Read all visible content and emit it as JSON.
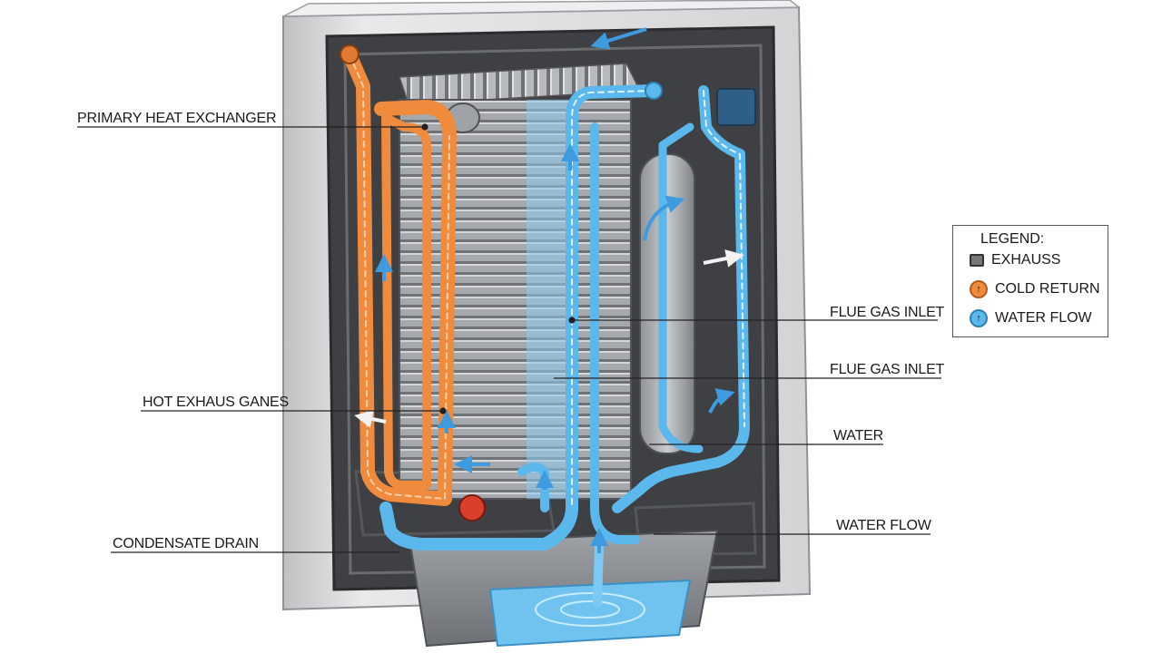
{
  "labels": {
    "primary_heat_exchanger": "PRIMARY HEAT EXCHANGER",
    "hot_exhaust_gases": "HOT EXHAUS GANES",
    "condensate_drain": "CONDENSATE DRAIN",
    "flue_gas_inlet_1": "FLUE GAS INLET",
    "flue_gas_inlet_2": "FLUE GAS INLET",
    "water": "WATER",
    "water_flow": "WATER FLOW"
  },
  "legend": {
    "title": "LEGEND:",
    "items": [
      {
        "label": "EXHAUSS",
        "swatch": "square",
        "color": "#7a7a7a"
      },
      {
        "label": "COLD RETURN",
        "swatch": "circle",
        "color": "#f08a3c"
      },
      {
        "label": "WATER FLOW",
        "swatch": "circle",
        "color": "#5bb8ec"
      }
    ]
  },
  "colors": {
    "hot_pipe": "#f08a3c",
    "water_pipe": "#5bb8ec",
    "casing": "#dcdcdc",
    "interior": "#4a4c4f",
    "fins": "#9a9ea2"
  }
}
